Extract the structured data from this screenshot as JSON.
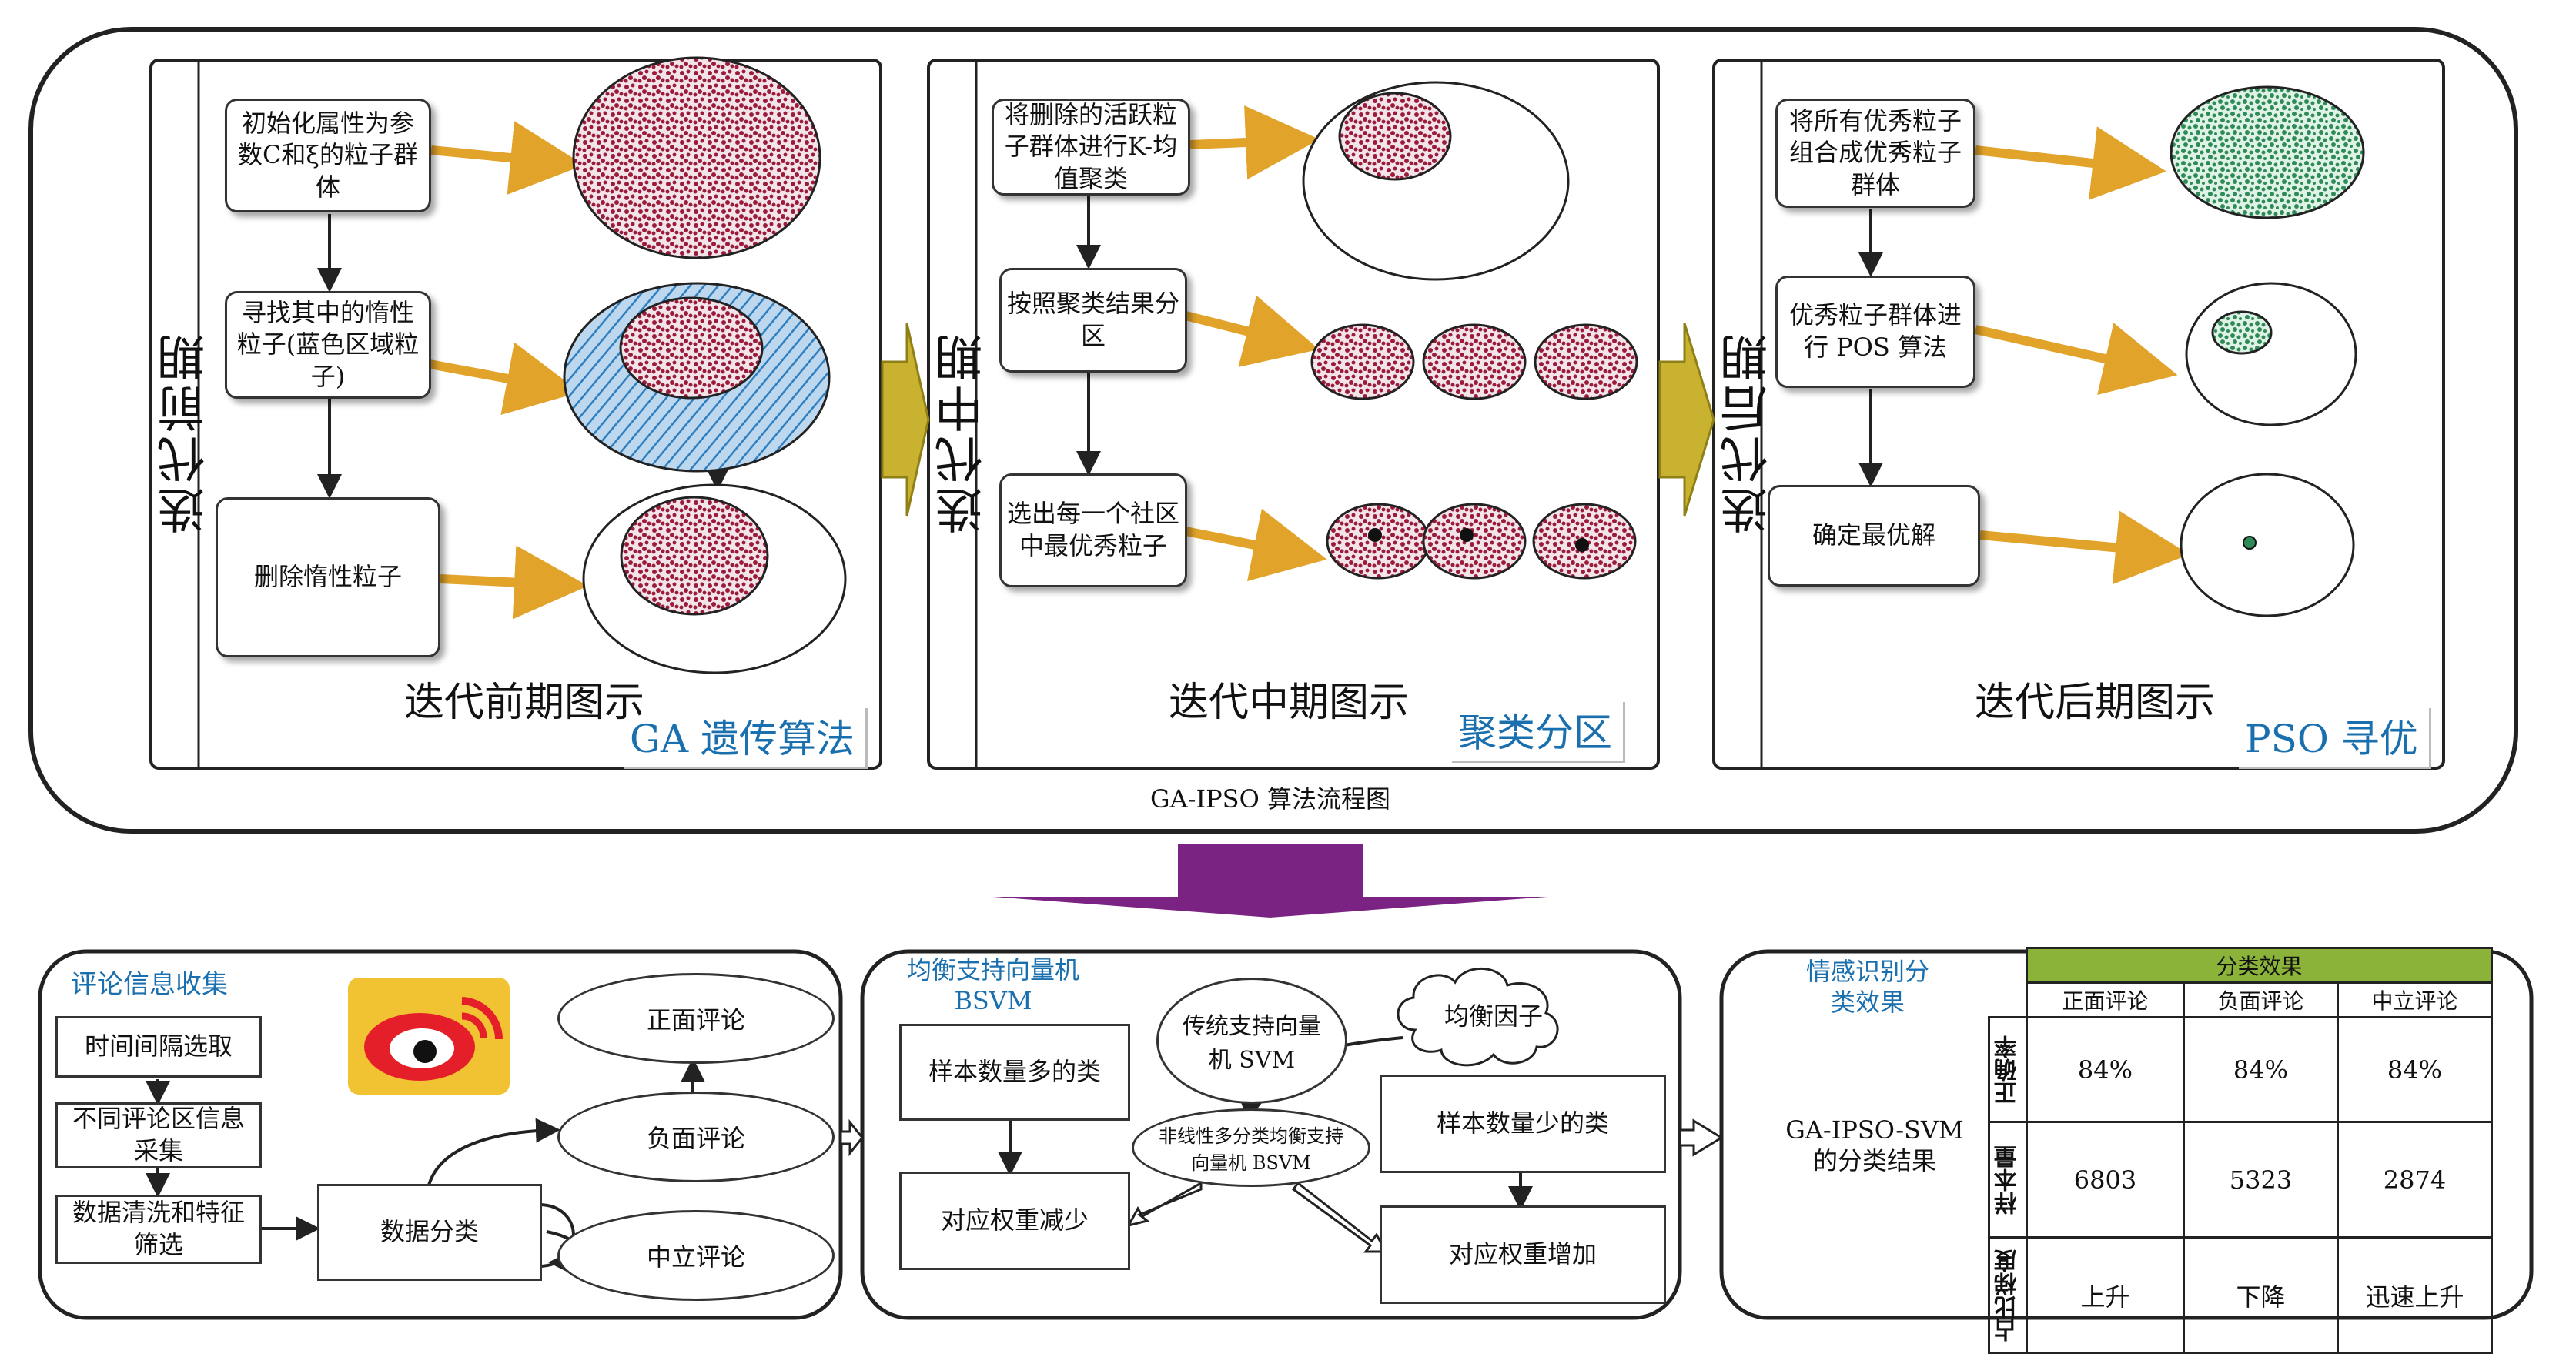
{
  "top_title": "GA-IPSO 算法流程图",
  "panels": [
    {
      "side_label": "迭代前期",
      "boxes": [
        "初始化属性为参数C和ξ的粒子群体",
        "寻找其中的惰性粒子(蓝色区域粒子)",
        "删除惰性粒子"
      ],
      "caption": "迭代前期图示",
      "tag": "GA 遗传算法"
    },
    {
      "side_label": "迭代中期",
      "boxes": [
        "将删除的活跃粒子群体进行K-均值聚类",
        "按照聚类结果分区",
        "选出每一个社区中最优秀粒子"
      ],
      "caption": "迭代中期图示",
      "tag": "聚类分区"
    },
    {
      "side_label": "迭代后期",
      "boxes": [
        "将所有优秀粒子组合成优秀粒子群体",
        "优秀粒子群体进行 POS 算法",
        "确定最优解"
      ],
      "caption": "迭代后期图示",
      "tag": "PSO 寻优"
    }
  ],
  "bottom": {
    "collect": {
      "title": "评论信息收集",
      "steps": [
        "时间间隔选取",
        "不同评论区信息采集",
        "数据清洗和特征筛选"
      ],
      "classify": "数据分类",
      "categories": [
        "正面评论",
        "负面评论",
        "中立评论"
      ]
    },
    "bsvm": {
      "title": "均衡支持向量机 BSVM",
      "traditional": "传统支持向量机 SVM",
      "balance": "均衡因子",
      "nonlinear": "非线性多分类均衡支持向量机 BSVM",
      "many": "样本数量多的类",
      "few": "样本数量少的类",
      "reduce": "对应权重减少",
      "increase": "对应权重增加"
    },
    "result": {
      "title": "情感识别分类效果",
      "label": "GA-IPSO-SVM 的分类结果",
      "table_title": "分类效果",
      "columns": [
        "正面评论",
        "负面评论",
        "中立评论"
      ],
      "rows": [
        {
          "name": "正确率",
          "values": [
            "84%",
            "84%",
            "84%"
          ]
        },
        {
          "name": "样本量",
          "values": [
            "6803",
            "5323",
            "2874"
          ]
        },
        {
          "name": "占比梯度",
          "values": [
            "上升",
            "下降",
            "迅速上升"
          ]
        }
      ]
    }
  },
  "colors": {
    "particle": "#9b1c3a",
    "inert": "#2f7fc0",
    "excellent": "#2e8b57",
    "arrow": "#e2a32a",
    "big_arrow": "#7b2382",
    "header_green": "#8bb33a"
  }
}
